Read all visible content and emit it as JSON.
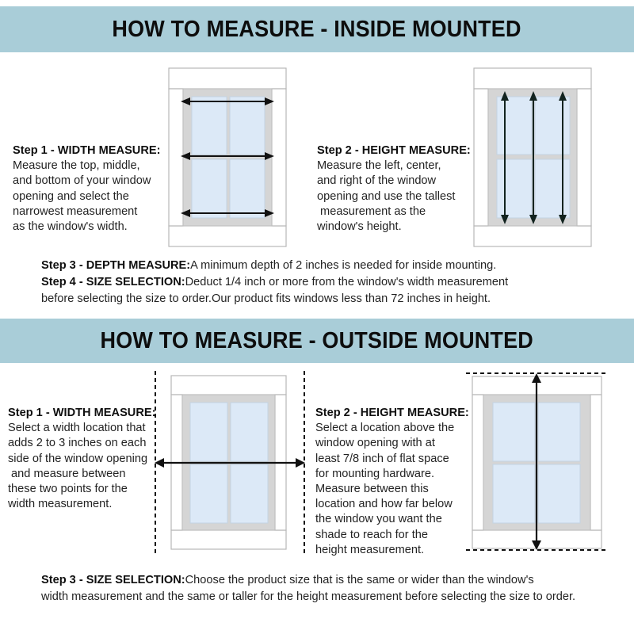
{
  "sections": [
    {
      "id": "inside",
      "title": "HOW TO MEASURE - INSIDE MOUNTED",
      "steps": [
        {
          "lead": "Step 1 - WIDTH MEASURE:",
          "lines": [
            "Measure the top, middle,",
            "and bottom of your window",
            "opening and select the",
            "narrowest measurement",
            "as the window's width."
          ]
        },
        {
          "lead": "Step 2 - HEIGHT MEASURE:",
          "lines": [
            "Measure the left, center,",
            "and right of the window",
            "opening and use the tallest",
            " measurement as the",
            "window's height."
          ]
        }
      ],
      "notes": [
        {
          "lead": "Step 3 - DEPTH MEASURE:",
          "lines": [
            "A minimum depth of 2 inches is needed for inside mounting."
          ]
        },
        {
          "lead": "Step 4 - SIZE SELECTION:",
          "lines": [
            "Deduct 1/4 inch or more from the window's width measurement",
            "before selecting the size to order.Our product fits windows less than 72 inches in height."
          ]
        }
      ],
      "diagrams": [
        {
          "name": "window-diagram-width-inside",
          "arrows": "three-horizontal-double-arrows"
        },
        {
          "name": "window-diagram-height-inside",
          "arrows": "three-vertical-double-arrows"
        }
      ]
    },
    {
      "id": "outside",
      "title": "HOW TO MEASURE - OUTSIDE MOUNTED",
      "steps": [
        {
          "lead": "Step 1 - WIDTH MEASURE:",
          "lines": [
            "Select a width location that",
            "adds 2 to 3 inches on each",
            "side of the window opening",
            " and measure between",
            "these two points for the",
            "width measurement."
          ]
        },
        {
          "lead": "Step 2 - HEIGHT MEASURE:",
          "lines": [
            "Select a location above the",
            "window opening with at",
            "least 7/8 inch of flat space",
            "for mounting hardware.",
            "Measure between this",
            "location and how far below",
            "the window you want the",
            "shade to reach for the",
            "height measurement."
          ]
        }
      ],
      "notes": [
        {
          "lead": "Step 3 - SIZE SELECTION:",
          "lines": [
            "Choose the product size that is the same or wider than the window's",
            "width measurement and the same or taller for the height measurement before selecting the size to order."
          ]
        }
      ],
      "diagrams": [
        {
          "name": "window-diagram-width-outside",
          "arrows": "one-horizontal-double-arrow-with-vertical-dashed-guides"
        },
        {
          "name": "window-diagram-height-outside",
          "arrows": "one-vertical-double-arrow-with-horizontal-dashed-guides"
        }
      ]
    }
  ],
  "colors": {
    "band": "#a9cdd8",
    "pane": "#dce9f7",
    "frame_outer": "#ffffff",
    "frame_inner": "#d5d5d5",
    "frame_stroke": "#b4b4b4",
    "arrow": "#111111",
    "text": "#232323"
  }
}
